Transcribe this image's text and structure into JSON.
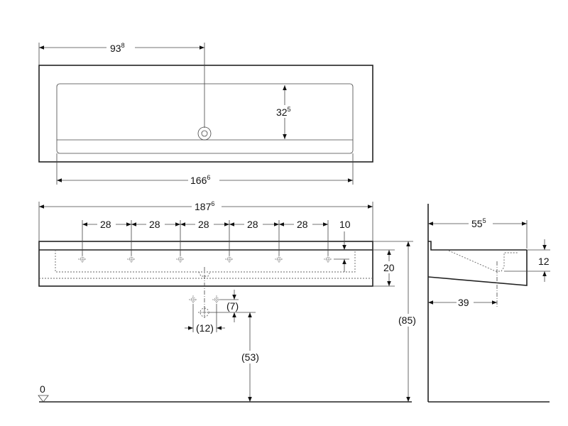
{
  "top_view": {
    "width_to_drain": "93",
    "width_to_drain_sup": "8",
    "basin_depth": "32",
    "basin_depth_sup": "5",
    "basin_width": "166",
    "basin_width_sup": "6"
  },
  "front_view": {
    "overall_width": "187",
    "overall_width_sup": "6",
    "tap_spacings": [
      "28",
      "28",
      "28",
      "28",
      "28"
    ],
    "tap_offset": "10",
    "height": "20",
    "drain_offset_v": "(7)",
    "drain_offset_h": "(12)",
    "drain_height": "(53)",
    "total_height": "(85)",
    "floor_label": "0"
  },
  "side_view": {
    "depth": "55",
    "depth_sup": "5",
    "basin_height": "12",
    "drain_depth": "39"
  }
}
